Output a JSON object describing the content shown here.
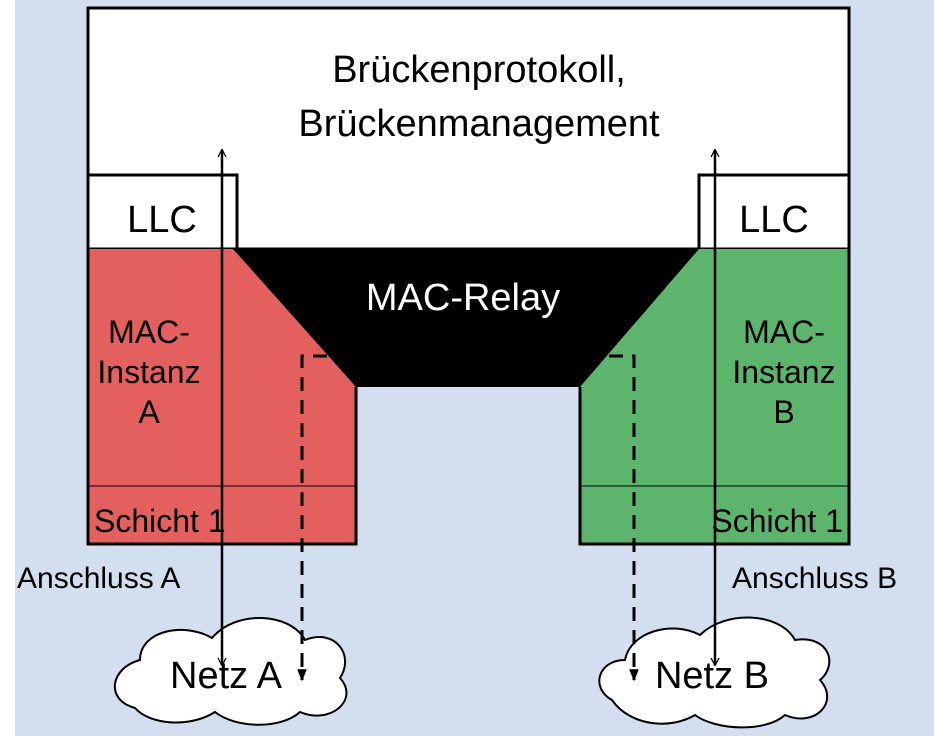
{
  "protocol_box": {
    "line1": "Brückenprotokoll,",
    "line2": "Brückenmanagement"
  },
  "llc_left": "LLC",
  "llc_right": "LLC",
  "mac_relay": "MAC-Relay",
  "mac_a": {
    "line1": "MAC-",
    "line2": "Instanz",
    "line3": "A"
  },
  "mac_b": {
    "line1": "MAC-",
    "line2": "Instanz",
    "line3": "B"
  },
  "layer1_left": "Schicht 1",
  "layer1_right": "Schicht 1",
  "port_a": "Anschluss A",
  "port_b": "Anschluss B",
  "net_a": "Netz A",
  "net_b": "Netz B",
  "colors": {
    "background": "#d3deef",
    "mac_a": "#e3605e",
    "mac_b": "#5db46d",
    "relay": "#000000",
    "box": "#ffffff"
  }
}
